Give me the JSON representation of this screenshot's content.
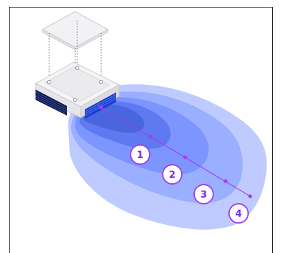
{
  "colors": {
    "zone_outer": "#b9c5ff",
    "zone_2": "#8da3ff",
    "zone_3": "#6e86f8",
    "zone_inner": "#5670e8",
    "zone_core": "#4563d9",
    "accent": "#9b3cf0"
  },
  "markers": [
    {
      "label": "1"
    },
    {
      "label": "2"
    },
    {
      "label": "3"
    },
    {
      "label": "4"
    }
  ]
}
